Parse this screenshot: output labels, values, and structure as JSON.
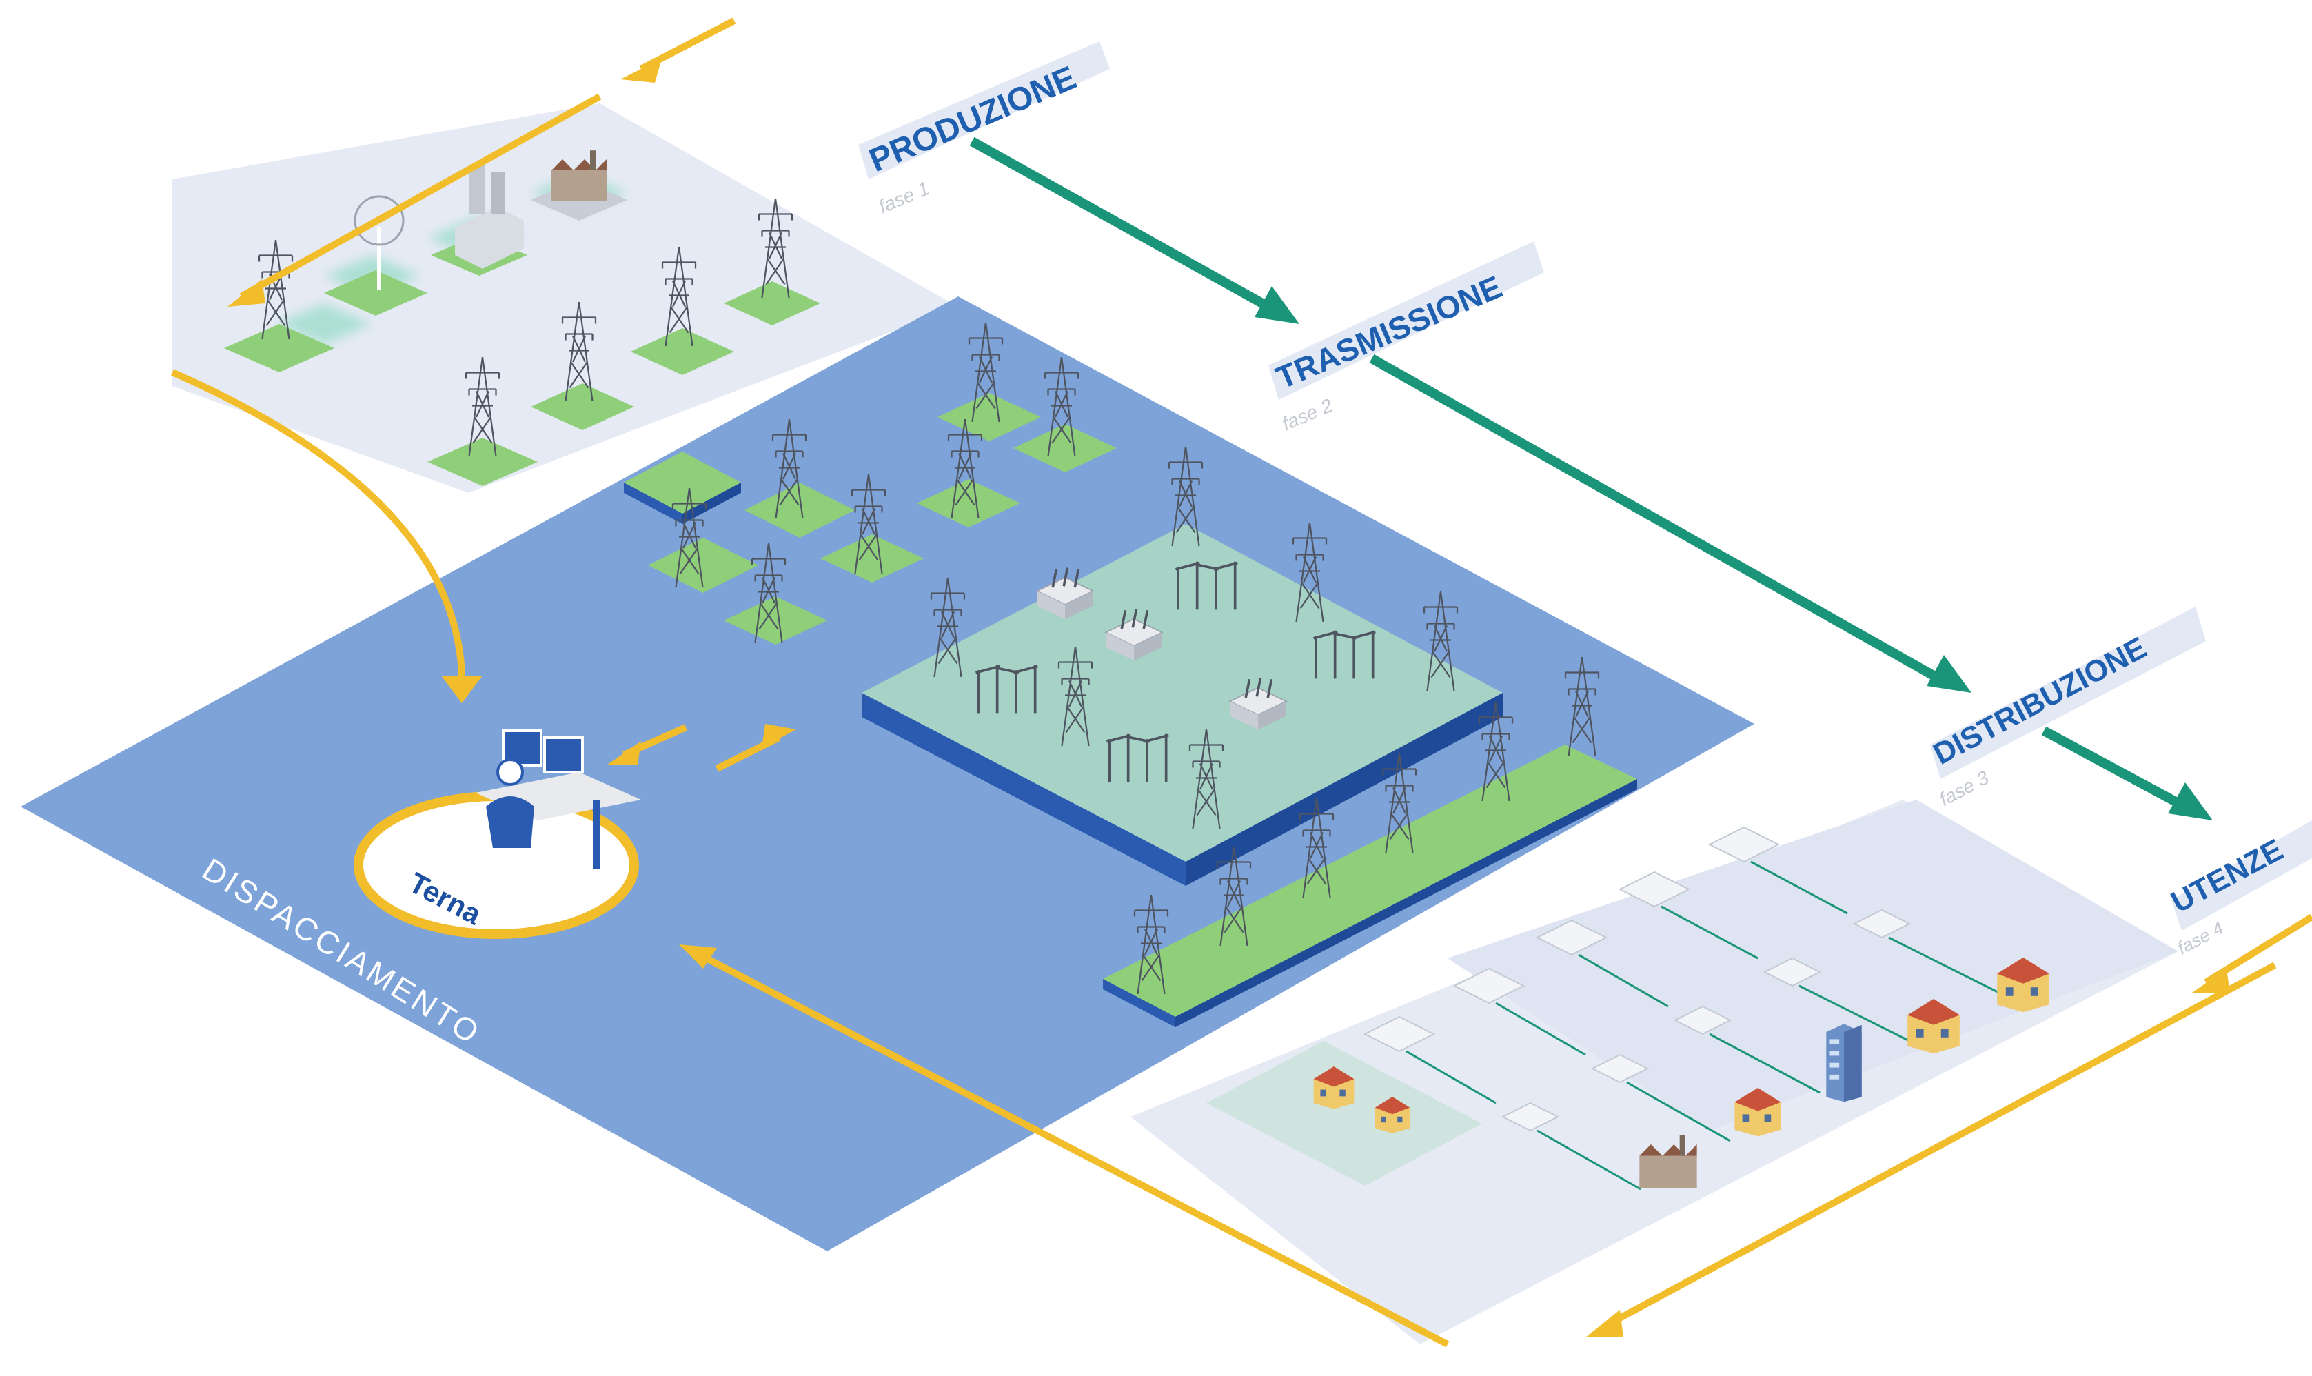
{
  "stages": [
    {
      "label": "PRODUZIONE",
      "sub": "fase 1"
    },
    {
      "label": "TRASMISSIONE",
      "sub": "fase 2"
    },
    {
      "label": "DISTRIBUZIONE",
      "sub": "fase 3"
    },
    {
      "label": "UTENZE",
      "sub": "fase 4"
    }
  ],
  "dispatch": {
    "label": "DISPACCIAMENTO",
    "logo": "Terna"
  },
  "colors": {
    "dispatch_plane": "#7ea3d8",
    "panel": "#e6eaf5",
    "flow_arrow": "#1a9579",
    "feedback_arrow": "#f2bd2a",
    "tile": "#8fcf7a",
    "substation": "#a6d3c6",
    "stage_label_bg": "#e3e9f4",
    "stage_label_text": "#1f5fb0"
  },
  "icons": [
    "wind-turbine-icon",
    "power-plant-icon",
    "factory-icon",
    "pylon-icon",
    "transformer-icon",
    "house-icon",
    "office-building-icon",
    "operator-workstation-icon"
  ]
}
